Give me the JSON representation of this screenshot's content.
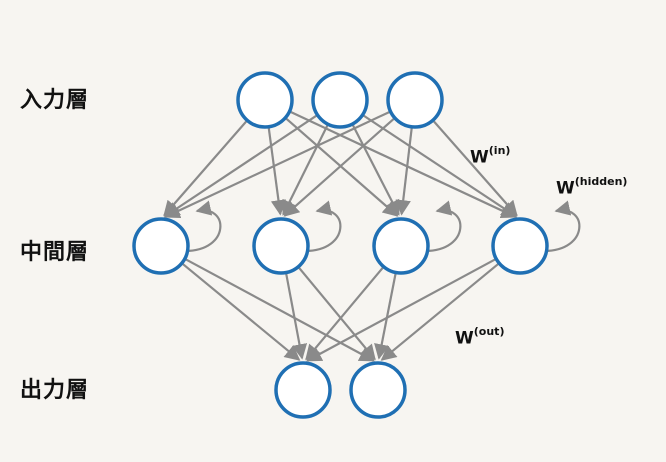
{
  "layers": {
    "input": "入力層",
    "hidden": "中間層",
    "output": "出力層"
  },
  "weights": {
    "in": {
      "base": "W",
      "sup": "(in)"
    },
    "hidden": {
      "base": "W",
      "sup": "(hidden)"
    },
    "out": {
      "base": "W",
      "sup": "(out)"
    }
  },
  "network": {
    "input_nodes": 3,
    "hidden_nodes": 4,
    "output_nodes": 2
  },
  "colors": {
    "node_stroke": "#1f6fb3",
    "node_fill": "#ffffff",
    "arrow": "#8a8a8a",
    "background": "#f7f5f1"
  }
}
